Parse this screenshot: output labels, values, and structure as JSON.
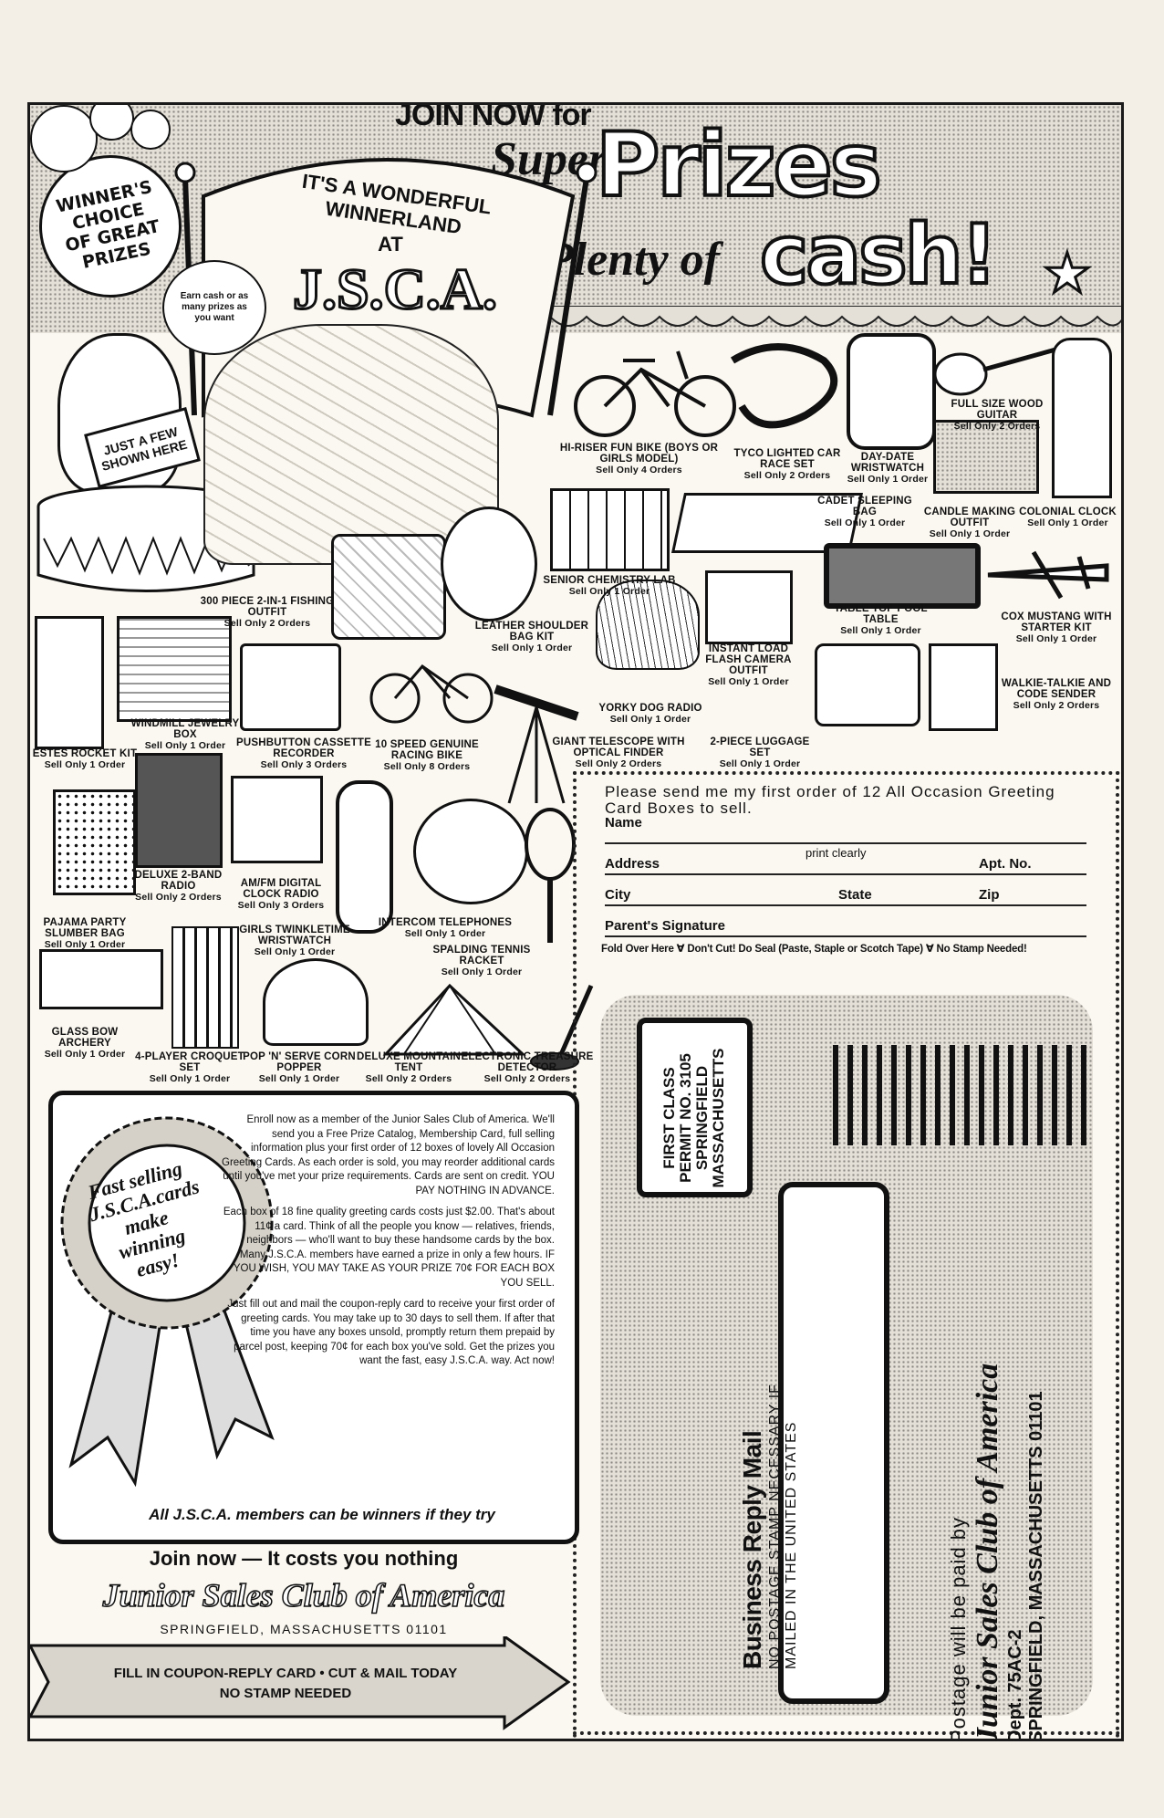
{
  "header": {
    "join_now": "JOIN NOW for",
    "super": "Super",
    "prizes": "Prizes",
    "and_plenty": "and Plenty of",
    "cash": "cash!"
  },
  "banner": {
    "line1": "IT'S A WONDERFUL WINNERLAND",
    "line2": "AT",
    "brand": "J.S.C.A."
  },
  "badge_winners": "WINNER'S CHOICE OF GREAT PRIZES",
  "bubble_earn": "Earn cash or as many prizes as you want",
  "sign_few": "JUST A FEW SHOWN HERE",
  "prizes": [
    {
      "name": "HI-RISER FUN BIKE (BOYS OR GIRLS MODEL)",
      "sell": "Sell Only 4 Orders"
    },
    {
      "name": "TYCO LIGHTED CAR RACE SET",
      "sell": "Sell Only 2 Orders"
    },
    {
      "name": "DAY-DATE WRISTWATCH",
      "sell": "Sell Only 1 Order"
    },
    {
      "name": "FULL SIZE WOOD GUITAR",
      "sell": "Sell Only 2 Orders"
    },
    {
      "name": "CADET SLEEPING BAG",
      "sell": "Sell Only 1 Order"
    },
    {
      "name": "CANDLE MAKING OUTFIT",
      "sell": "Sell Only 1 Order"
    },
    {
      "name": "COLONIAL CLOCK",
      "sell": "Sell Only 1 Order"
    },
    {
      "name": "SENIOR CHEMISTRY LAB",
      "sell": "Sell Only 1 Order"
    },
    {
      "name": "300 PIECE 2-in-1 FISHING OUTFIT",
      "sell": "Sell Only 2 Orders"
    },
    {
      "name": "LEATHER SHOULDER BAG KIT",
      "sell": "Sell Only 1 Order"
    },
    {
      "name": "TABLE TOP POOL TABLE",
      "sell": "Sell Only 1 Order"
    },
    {
      "name": "COX MUSTANG WITH STARTER KIT",
      "sell": "Sell Only 1 Order"
    },
    {
      "name": "INSTANT LOAD FLASH CAMERA OUTFIT",
      "sell": "Sell Only 1 Order"
    },
    {
      "name": "WALKIE-TALKIE AND CODE SENDER",
      "sell": "Sell Only 2 Orders"
    },
    {
      "name": "WINDMILL JEWELRY BOX",
      "sell": "Sell Only 1 Order"
    },
    {
      "name": "ESTES ROCKET KIT",
      "sell": "Sell Only 1 Order"
    },
    {
      "name": "PUSHBUTTON CASSETTE RECORDER",
      "sell": "Sell Only 3 Orders"
    },
    {
      "name": "10 SPEED GENUINE RACING BIKE",
      "sell": "Sell Only 8 Orders"
    },
    {
      "name": "YORKY DOG RADIO",
      "sell": "Sell Only 1 Order"
    },
    {
      "name": "GIANT TELESCOPE WITH OPTICAL FINDER",
      "sell": "Sell Only 2 Orders"
    },
    {
      "name": "2-PIECE LUGGAGE SET",
      "sell": "Sell Only 1 Order"
    },
    {
      "name": "DELUXE 2-BAND RADIO",
      "sell": "Sell Only 2 Orders"
    },
    {
      "name": "AM/FM DIGITAL CLOCK RADIO",
      "sell": "Sell Only 3 Orders"
    },
    {
      "name": "PAJAMA PARTY SLUMBER BAG",
      "sell": "Sell Only 1 Order"
    },
    {
      "name": "GIRLS TWINKLETIME WRISTWATCH",
      "sell": "Sell Only 1 Order"
    },
    {
      "name": "INTERCOM TELEPHONES",
      "sell": "Sell Only 1 Order"
    },
    {
      "name": "SPALDING TENNIS RACKET",
      "sell": "Sell Only 1 Order"
    },
    {
      "name": "GLASS BOW ARCHERY",
      "sell": "Sell Only 1 Order"
    },
    {
      "name": "4-PLAYER CROQUET SET",
      "sell": "Sell Only 1 Order"
    },
    {
      "name": "POP 'N' SERVE CORN POPPER",
      "sell": "Sell Only 1 Order"
    },
    {
      "name": "DELUXE MOUNTAIN TENT",
      "sell": "Sell Only 2 Orders"
    },
    {
      "name": "ELECTRONIC TREASURE DETECTOR",
      "sell": "Sell Only 2 Orders"
    }
  ],
  "coupon": {
    "intro": "Please send me my first order of 12 All Occasion Greeting Card Boxes to sell.",
    "name": "Name",
    "print_clearly": "print clearly",
    "address": "Address",
    "apt": "Apt. No.",
    "city": "City",
    "state": "State",
    "zip": "Zip",
    "parent": "Parent's Signature",
    "fold": "Fold Over Here ∀ Don't Cut! Do Seal (Paste, Staple or Scotch Tape) ∀ No Stamp Needed!"
  },
  "ribbon": "Fast selling J.S.C.A.cards make winning easy!",
  "body_text": {
    "p1": "Enroll now as a member of the Junior Sales Club of America. We'll send you a Free Prize Catalog, Membership Card, full selling information plus your first order of 12 boxes of lovely All Occasion Greeting Cards. As each order is sold, you may reorder additional cards until you've met your prize requirements. Cards are sent on credit. YOU PAY NOTHING IN ADVANCE.",
    "p2": "Each box of 18 fine quality greeting cards costs just $2.00. That's about 11¢ a card. Think of all the people you know — relatives, friends, neighbors — who'll want to buy these handsome cards by the box. Many J.S.C.A. members have earned a prize in only a few hours. IF YOU WISH, YOU MAY TAKE AS YOUR PRIZE 70¢ FOR EACH BOX YOU SELL.",
    "p3": "Just fill out and mail the coupon-reply card to receive your first order of greeting cards. You may take up to 30 days to sell them. If after that time you have any boxes unsold, promptly return them prepaid by parcel post, keeping 70¢ for each box you've sold. Get the prizes you want the fast, easy J.S.C.A. way. Act now!",
    "tagline": "All J.S.C.A. members can be winners if they try"
  },
  "footer": {
    "join_free": "Join now — It costs you nothing",
    "club": "Junior Sales Club of America",
    "city": "SPRINGFIELD, MASSACHUSETTS 01101",
    "arrow1": "FILL IN COUPON-REPLY CARD • CUT & MAIL TODAY",
    "arrow2": "NO STAMP NEEDED"
  },
  "reply": {
    "permit1": "FIRST CLASS",
    "permit2": "PERMIT NO. 3105",
    "permit3": "SPRINGFIELD",
    "permit4": "MASSACHUSETTS",
    "brm": "Business Reply Mail",
    "no_postage1": "NO POSTAGE STAMP NECESSARY IF",
    "no_postage2": "MAILED IN THE UNITED STATES",
    "postage_paid": "Postage will be paid by",
    "club": "Junior Sales Club of America",
    "dept": "Dept. 75AC-2",
    "city": "SPRINGFIELD, MASSACHUSETTS 01101"
  }
}
